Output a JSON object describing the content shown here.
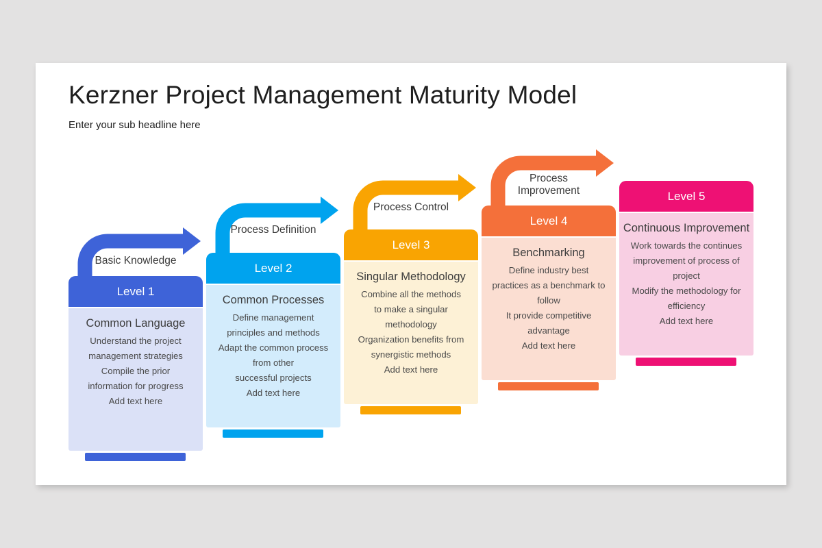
{
  "slide": {
    "page_background": "#e3e2e2",
    "slide_background": "#ffffff"
  },
  "header": {
    "title": "Kerzner Project Management Maturity Model",
    "subtitle": "Enter your sub headline here"
  },
  "cards": [
    {
      "arrow_label": "Basic Knowledge",
      "level": "Level 1",
      "title": "Common Language",
      "lines": [
        "Understand the project",
        "management strategies",
        "Compile the prior",
        "information for progress",
        "Add text here"
      ],
      "colors": {
        "main": "#3e63d8",
        "body": "#dbe1f7"
      },
      "has_arrow": true
    },
    {
      "arrow_label": "Process Definition",
      "level": "Level 2",
      "title": "Common Processes",
      "lines": [
        "Define management",
        "principles and methods",
        "Adapt the common process",
        "from other",
        "successful projects",
        "Add text here"
      ],
      "colors": {
        "main": "#00a3ee",
        "body": "#d3ecfc"
      },
      "has_arrow": true
    },
    {
      "arrow_label": "Process Control",
      "level": "Level 3",
      "title": "Singular Methodology",
      "lines": [
        "Combine all the methods",
        "to make a singular",
        "methodology",
        "Organization benefits from",
        "synergistic methods",
        "Add text here"
      ],
      "colors": {
        "main": "#f9a402",
        "body": "#fdf1d6"
      },
      "has_arrow": true
    },
    {
      "arrow_label": "Process Improvement",
      "level": "Level 4",
      "title": "Benchmarking",
      "lines": [
        "Define industry best",
        "practices as a benchmark to",
        "follow",
        "It provide competitive",
        "advantage",
        "Add text here"
      ],
      "colors": {
        "main": "#f4703a",
        "body": "#fbded2"
      },
      "has_arrow": true
    },
    {
      "arrow_label": "",
      "level": "Level 5",
      "title": "Continuous Improvement",
      "lines": [
        "Work towards the continues",
        "improvement of process of",
        "project",
        "Modify the methodology for",
        "efficiency",
        "Add text here"
      ],
      "colors": {
        "main": "#ee1174",
        "body": "#f8cfe3"
      },
      "has_arrow": false
    }
  ]
}
